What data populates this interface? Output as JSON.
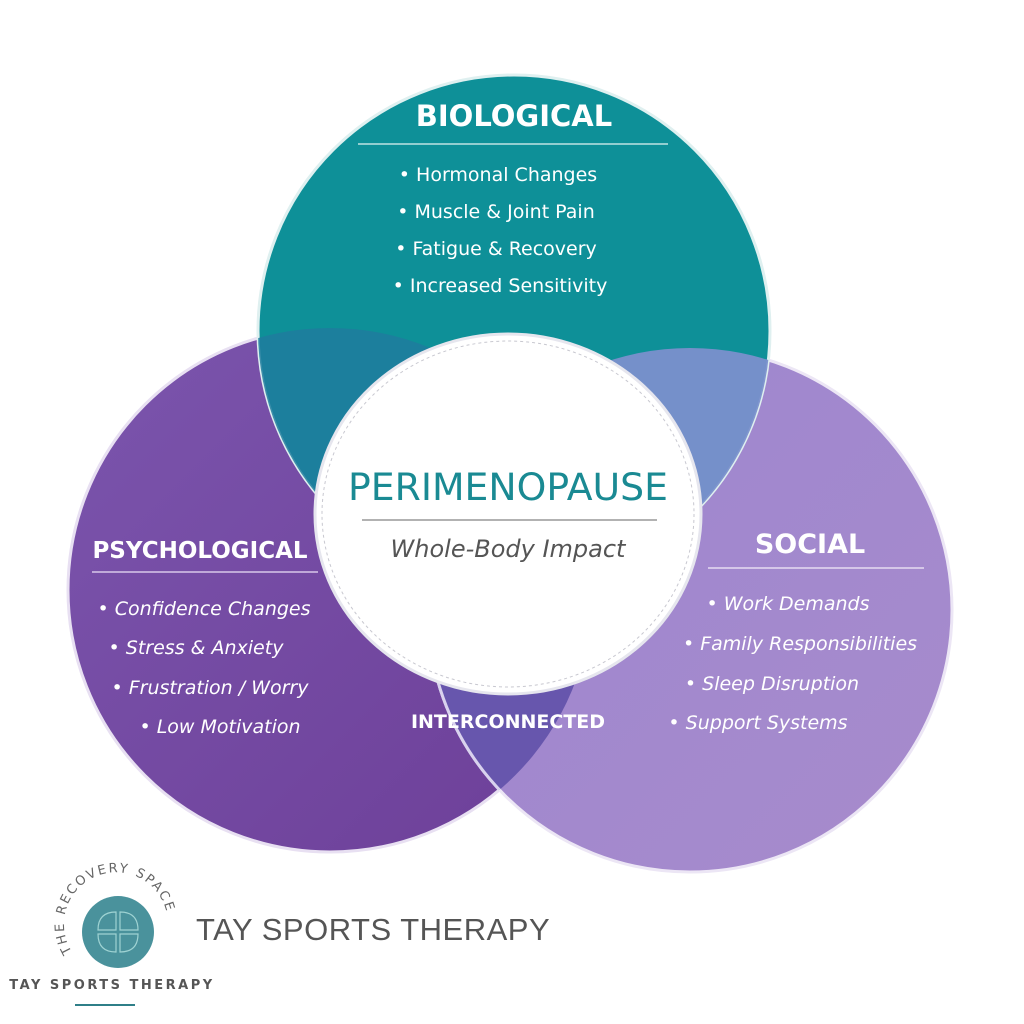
{
  "colors": {
    "biological": "#0e9098",
    "psychological": "#7a4fa8",
    "social": "#a68ad0",
    "center_title": "#1a8a93",
    "logo": "#4a929c"
  },
  "biological": {
    "title": "BIOLOGICAL",
    "items": [
      "• Hormonal Changes",
      "• Muscle & Joint Pain",
      "• Fatigue & Recovery",
      "• Increased Sensitivity"
    ]
  },
  "psychological": {
    "title": "PSYCHOLOGICAL",
    "items": [
      "• Confidence Changes",
      "• Stress & Anxiety",
      "• Frustration / Worry",
      "• Low Motivation"
    ]
  },
  "social": {
    "title": "SOCIAL",
    "items": [
      "• Work Demands",
      "• Family Responsibilities",
      "• Sleep Disruption",
      "• Support Systems"
    ]
  },
  "center": {
    "title": "PERIMENOPAUSE",
    "subtitle": "Whole-Body Impact"
  },
  "overlap": {
    "label": "INTERCONNECTED"
  },
  "logo": {
    "arc_text": "THE RECOVERY SPACE",
    "caption": "TAY SPORTS THERAPY"
  },
  "brand": "TAY SPORTS THERAPY"
}
